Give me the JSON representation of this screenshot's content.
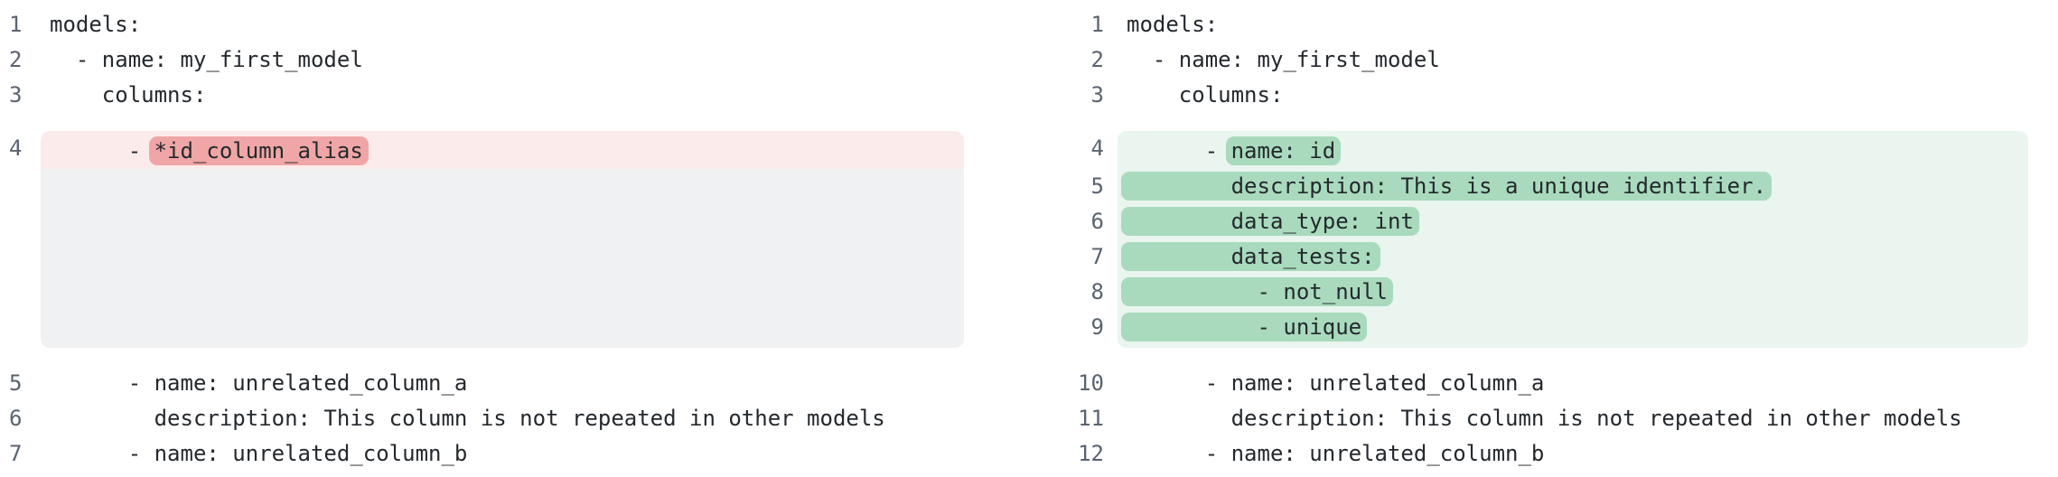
{
  "colors": {
    "background": "#ffffff",
    "code_text": "#24292e",
    "line_number": "#5a6370",
    "removed_row_bg": "#fcebeb",
    "removed_token_bg": "#f0a6a6",
    "added_row_bg": "#e9f5ee",
    "added_token_bg": "#a9dabd",
    "filler_bg": "#eff1f2"
  },
  "diff": {
    "left": {
      "name": "before",
      "sections": [
        {
          "kind": "plain",
          "lines": [
            {
              "num": "1",
              "segments": [
                {
                  "text": "models:",
                  "pill": false
                }
              ]
            },
            {
              "num": "2",
              "segments": [
                {
                  "text": "  - name: my_first_model",
                  "pill": false
                }
              ]
            },
            {
              "num": "3",
              "segments": [
                {
                  "text": "    columns:",
                  "pill": false
                }
              ]
            }
          ]
        },
        {
          "kind": "removed",
          "lines": [
            {
              "num": "4",
              "segments": [
                {
                  "text": "      - ",
                  "pill": false
                },
                {
                  "text": "*id_column_alias",
                  "pill": true
                }
              ]
            }
          ]
        },
        {
          "kind": "filler"
        },
        {
          "kind": "plain",
          "lines": [
            {
              "num": "5",
              "segments": [
                {
                  "text": "      - name: unrelated_column_a",
                  "pill": false
                }
              ]
            },
            {
              "num": "6",
              "segments": [
                {
                  "text": "        description: This column is not repeated in other models",
                  "pill": false
                }
              ]
            },
            {
              "num": "7",
              "segments": [
                {
                  "text": "      - name: unrelated_column_b",
                  "pill": false
                }
              ]
            }
          ]
        }
      ]
    },
    "right": {
      "name": "after",
      "sections": [
        {
          "kind": "plain",
          "lines": [
            {
              "num": "1",
              "segments": [
                {
                  "text": "models:",
                  "pill": false
                }
              ]
            },
            {
              "num": "2",
              "segments": [
                {
                  "text": "  - name: my_first_model",
                  "pill": false
                }
              ]
            },
            {
              "num": "3",
              "segments": [
                {
                  "text": "    columns:",
                  "pill": false
                }
              ]
            }
          ]
        },
        {
          "kind": "added",
          "lines": [
            {
              "num": "4",
              "segments": [
                {
                  "text": "      - ",
                  "pill": false
                },
                {
                  "text": "name: id",
                  "pill": true
                }
              ]
            },
            {
              "num": "5",
              "segments": [
                {
                  "text": "        description: This is a unique identifier.",
                  "pill": true
                }
              ]
            },
            {
              "num": "6",
              "segments": [
                {
                  "text": "        data_type: int",
                  "pill": true
                }
              ]
            },
            {
              "num": "7",
              "segments": [
                {
                  "text": "        data_tests:",
                  "pill": true
                }
              ]
            },
            {
              "num": "8",
              "segments": [
                {
                  "text": "          - not_null",
                  "pill": true
                }
              ]
            },
            {
              "num": "9",
              "segments": [
                {
                  "text": "          - unique",
                  "pill": true
                }
              ]
            }
          ]
        },
        {
          "kind": "plain",
          "lines": [
            {
              "num": "10",
              "segments": [
                {
                  "text": "      - name: unrelated_column_a",
                  "pill": false
                }
              ]
            },
            {
              "num": "11",
              "segments": [
                {
                  "text": "        description: This column is not repeated in other models",
                  "pill": false
                }
              ]
            },
            {
              "num": "12",
              "segments": [
                {
                  "text": "      - name: unrelated_column_b",
                  "pill": false
                }
              ]
            }
          ]
        }
      ]
    }
  }
}
